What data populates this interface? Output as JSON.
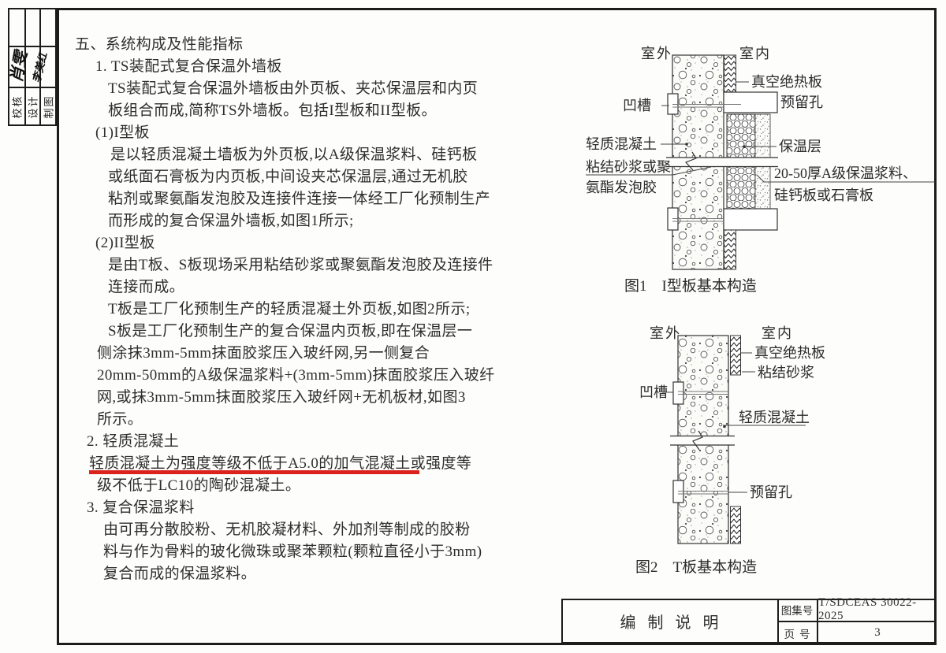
{
  "sidebar": {
    "roles": [
      {
        "label": "校核"
      },
      {
        "label": "设计"
      },
      {
        "label": "制图"
      }
    ],
    "signatures": [
      "肖雯",
      "李美红"
    ]
  },
  "content": {
    "lines": [
      {
        "t": "五、系统构成及性能指标",
        "ind": "h"
      },
      {
        "t": "1. TS装配式复合保温外墙板",
        "ind": "n"
      },
      {
        "t": "TS装配式复合保温外墙板由外页板、夹芯保温层和内页",
        "ind": "p"
      },
      {
        "t": "板组合而成,简称TS外墙板。包括I型板和II型板。",
        "ind": "p"
      },
      {
        "t": "(1)I型板",
        "ind": "n"
      },
      {
        "t": "是以轻质混凝土墙板为外页板,以A级保温浆料、硅钙板",
        "ind": "t"
      },
      {
        "t": "或纸面石膏板为内页板,中间设夹芯保温层,通过无机胶",
        "ind": "p"
      },
      {
        "t": "粘剂或聚氨酯发泡胶及连接件连接一体经工厂化预制生产",
        "ind": "p"
      },
      {
        "t": "而形成的复合保温外墙板,如图1所示;",
        "ind": "p"
      },
      {
        "t": "(2)II型板",
        "ind": "n"
      },
      {
        "t": "是由T板、S板现场采用粘结砂浆或聚氨酯发泡胶及连接件",
        "ind": "p"
      },
      {
        "t": "连接而成。",
        "ind": "p"
      },
      {
        "t": "T板是工厂化预制生产的轻质混凝土外页板,如图2所示;",
        "ind": "p"
      },
      {
        "t": "S板是工厂化预制生产的复合保温内页板,即在保温层一",
        "ind": "p"
      },
      {
        "t": "侧涂抹3mm-5mm抹面胶浆压入玻纤网,另一侧复合",
        "ind": "q"
      },
      {
        "t": "20mm-50mm的A级保温浆料+(3mm-5mm)抹面胶浆压入玻纤",
        "ind": "q"
      },
      {
        "t": "网,或抹3mm-5mm抹面胶浆压入玻纤网+无机板材,如图3",
        "ind": "q"
      },
      {
        "t": "所示。",
        "ind": "q"
      },
      {
        "t": "2. 轻质混凝土",
        "ind": "m"
      },
      {
        "t": "轻质混凝土为强度等级不低于A5.0的加气混凝土或强度等",
        "ind": "r",
        "u": true
      },
      {
        "t": "级不低于LC10的陶砂混凝土。",
        "ind": "q"
      },
      {
        "t": "3. 复合保温浆料",
        "ind": "m"
      },
      {
        "t": "由可再分散胶粉、无机胶凝材料、外加剂等制成的胶粉",
        "ind": "s"
      },
      {
        "t": "料与作为骨料的玻化微珠或聚苯颗粒(颗粒直径小于3mm)",
        "ind": "s"
      },
      {
        "t": "复合而成的保温浆料。",
        "ind": "s"
      }
    ]
  },
  "figure1": {
    "caption": "图1　I型板基本构造",
    "labels": {
      "outdoor": "室外",
      "indoor": "室内",
      "vip": "真空绝热板",
      "groove": "凹槽",
      "hole": "预留孔",
      "lwc": "轻质混凝土",
      "insulation": "保温层",
      "bond1": "粘结砂浆或聚",
      "bond2": "氨酯发泡胶",
      "mortar1": "20-50厚A级保温浆料、",
      "mortar2": "硅钙板或石膏板"
    }
  },
  "figure2": {
    "caption": "图2　T板基本构造",
    "labels": {
      "outdoor": "室外",
      "indoor": "室内",
      "vip": "真空绝热板",
      "bond": "粘结砂浆",
      "groove": "凹槽",
      "lwc": "轻质混凝土",
      "hole": "预留孔"
    }
  },
  "title_block": {
    "title": "编制说明",
    "atlas_no_label": "图集号",
    "atlas_no": "T/SDCEAS 30022-2025",
    "page_no_label": "页号",
    "page_no": "3"
  },
  "colors": {
    "accent_red": "#d9231c",
    "frame": "#1c1c1c"
  }
}
